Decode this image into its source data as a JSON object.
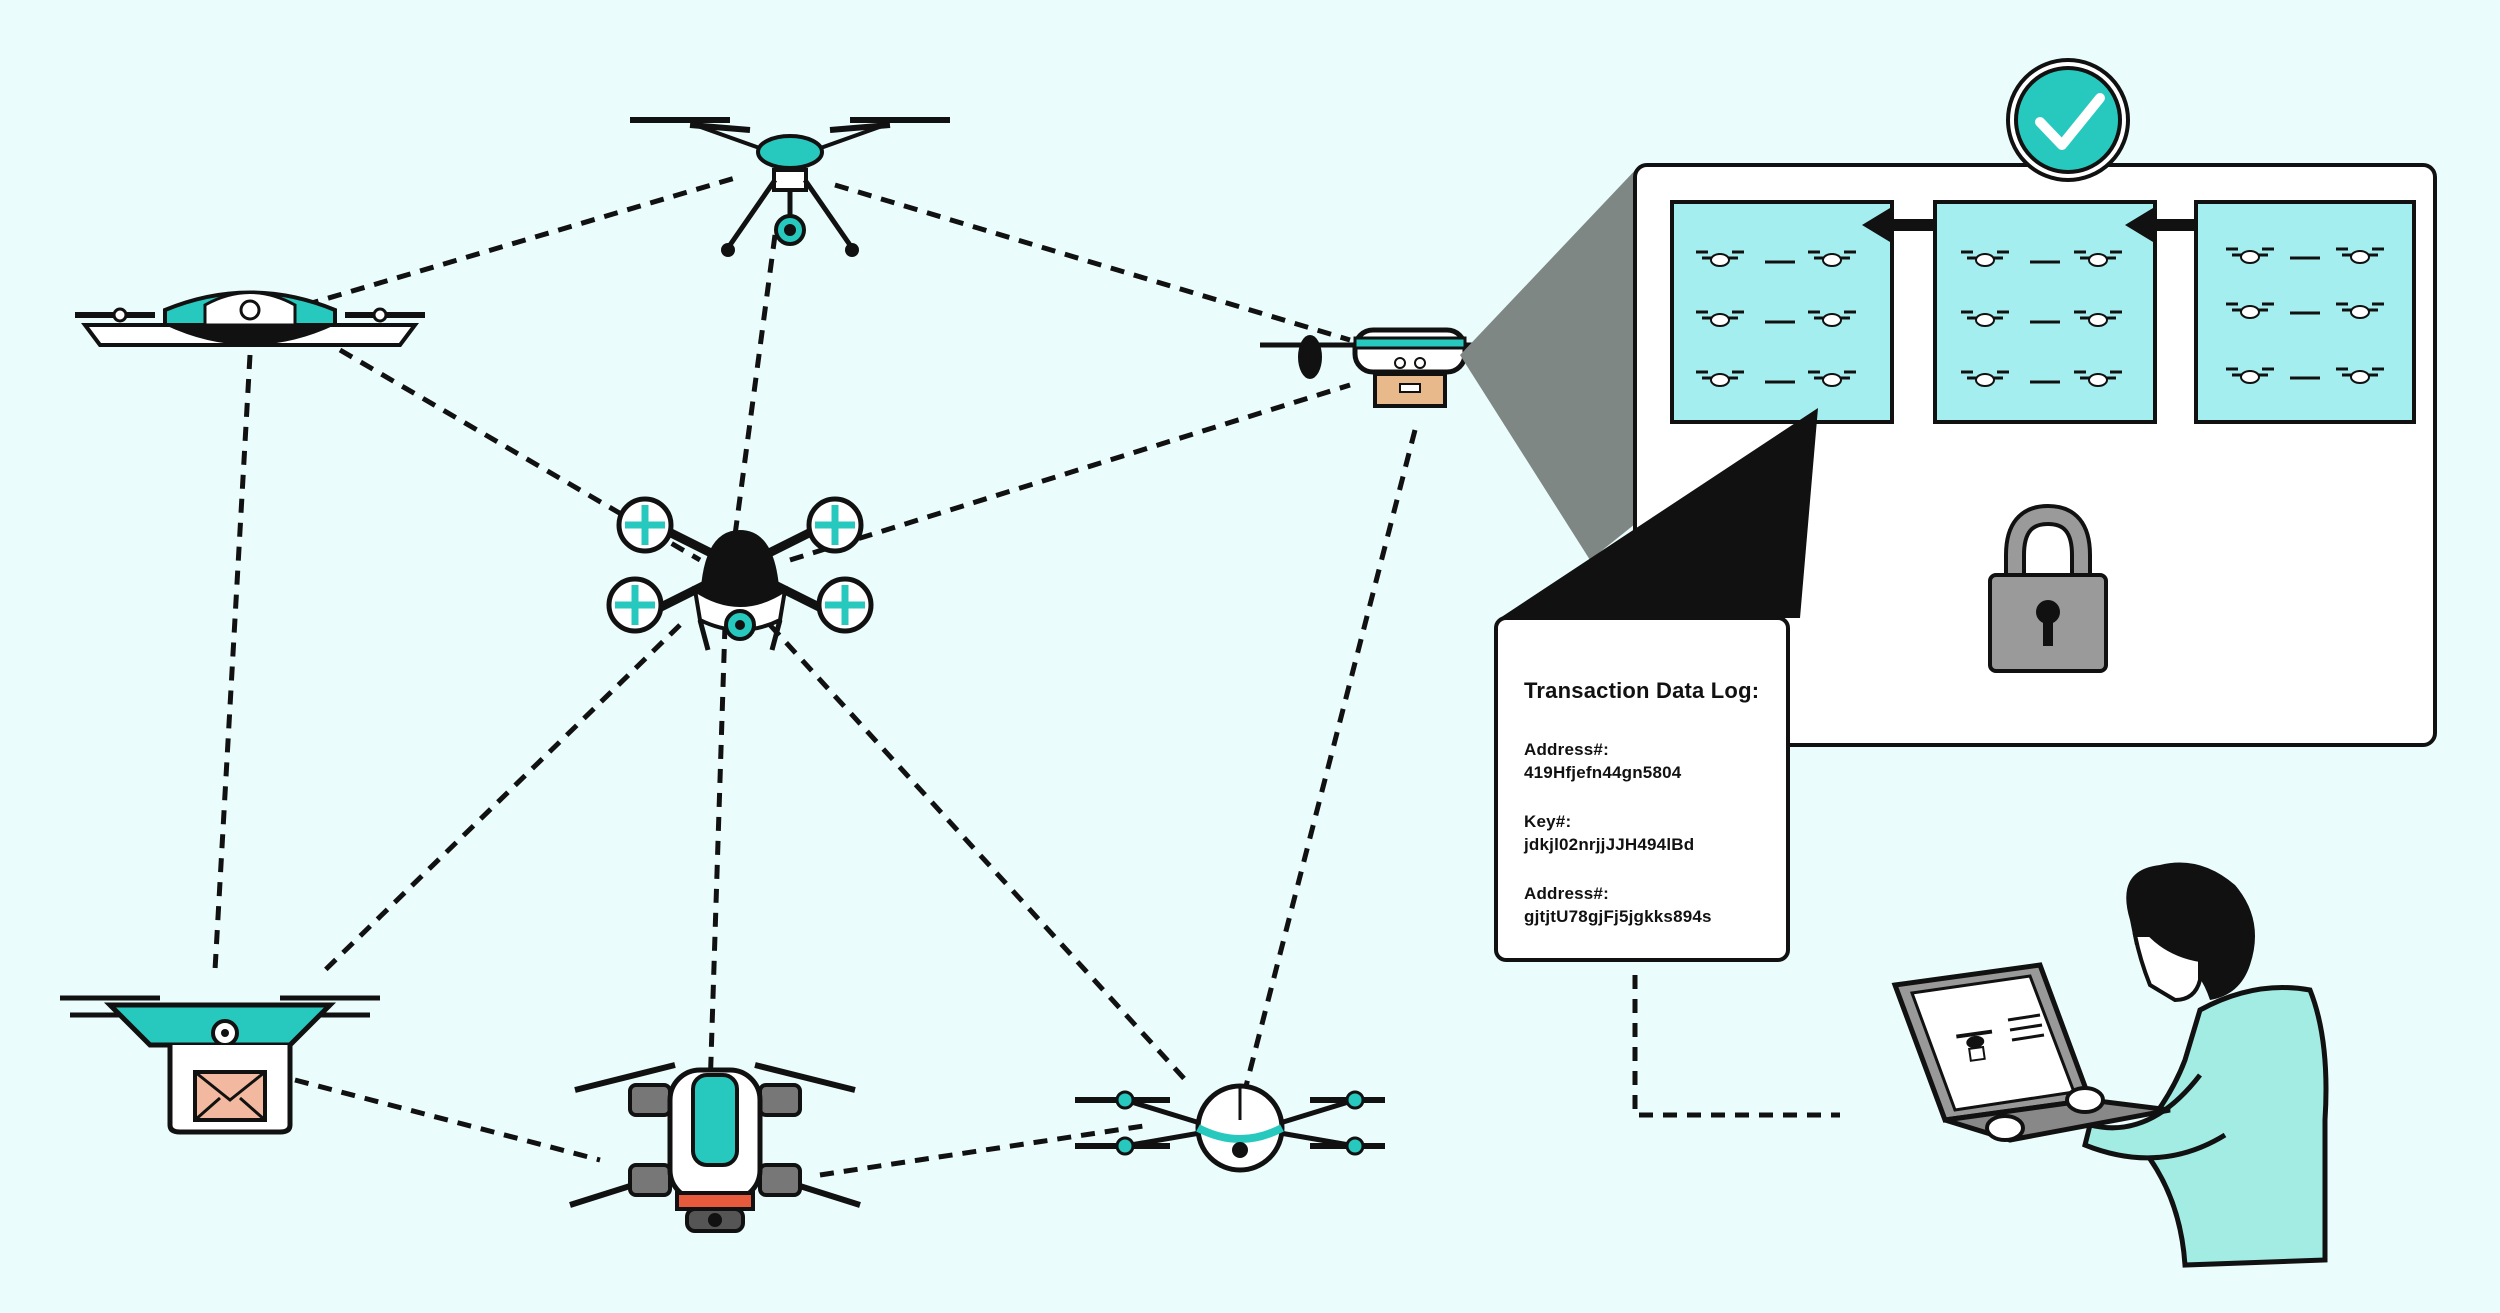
{
  "log": {
    "title": "Transaction Data Log:",
    "entries": [
      {
        "label": "Address#:",
        "value": "419Hfjefn44gn5804"
      },
      {
        "label": "Key#:",
        "value": "jdkjl02nrjjJJH494lBd"
      },
      {
        "label": "Address#:",
        "value": "gjtjtU78gjFj5jgkks894s"
      }
    ]
  },
  "colors": {
    "background": "#eafdfc",
    "accent": "#27c8bd",
    "ink": "#111111",
    "panel": "#ffffff",
    "block": "#a4eef0",
    "lock": "#9a9a9a",
    "beam": "#7f8785",
    "parcel": "#f2b9a0",
    "person": "#a3ece4"
  },
  "icons": [
    "check-icon",
    "lock-icon",
    "drone-icon",
    "parcel-icon",
    "laptop-icon",
    "arrow-left-icon"
  ]
}
